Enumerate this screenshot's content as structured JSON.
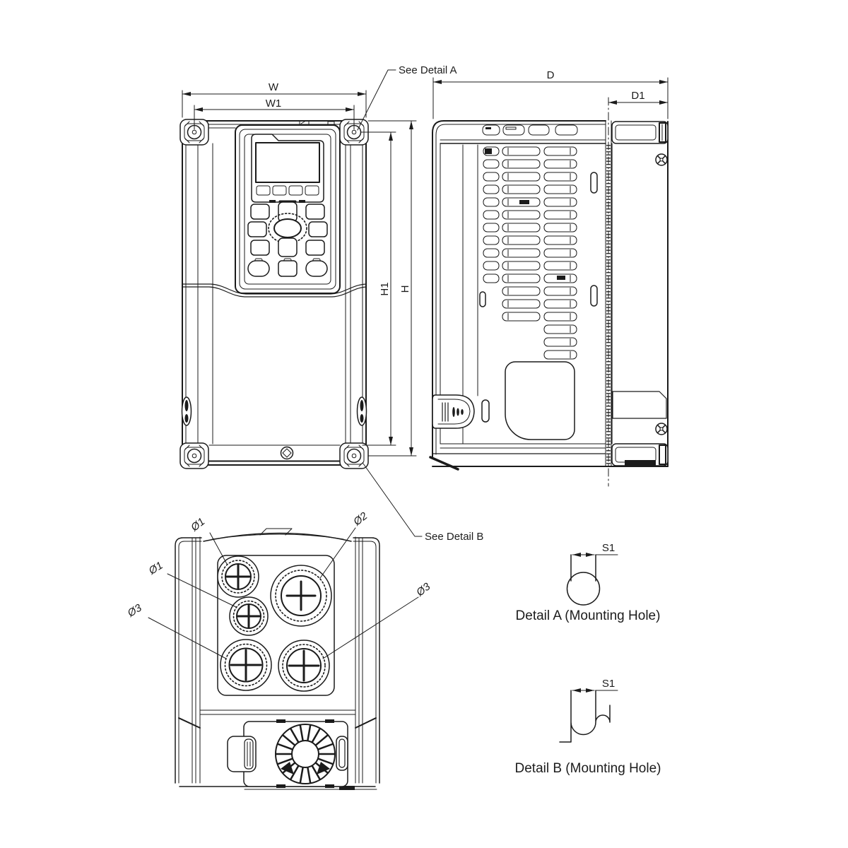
{
  "colors": {
    "line": "#1b1b1b",
    "background": "#ffffff"
  },
  "labels": {
    "see_detail_a": "See Detail A",
    "see_detail_b": "See Detail B",
    "w": "W",
    "w1": "W1",
    "h": "H",
    "h1": "H1",
    "d": "D",
    "d1": "D1",
    "s1_detail_a": "S1",
    "s1_detail_b": "S1",
    "dia1_top": "Ø1",
    "dia1_mid": "Ø1",
    "dia2": "Ø2",
    "dia3_left": "Ø3",
    "dia3_right": "Ø3"
  },
  "captions": {
    "detail_a": "Detail A (Mounting Hole)",
    "detail_b": "Detail B (Mounting Hole)"
  }
}
